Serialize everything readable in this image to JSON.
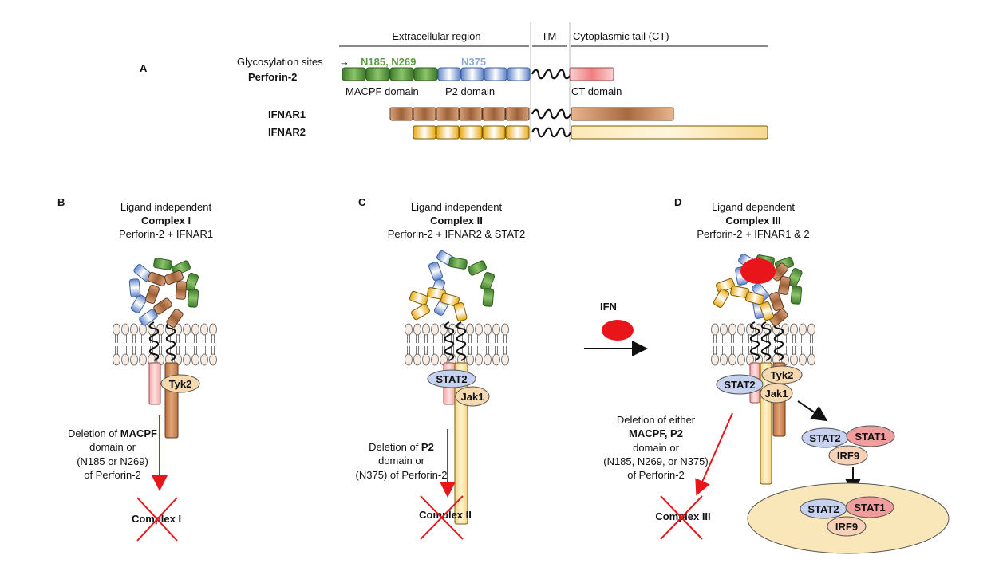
{
  "colors": {
    "green": "#5a9a3f",
    "blue": "#7f9fd4",
    "brown": "#c0855c",
    "yellow": "#f2c230",
    "cream": "#f9e2a6",
    "pink": "#f39a9a",
    "stat2": "#c6d2ef",
    "stat1": "#ef9d9d",
    "irf9": "#f7d1b8",
    "tyk_jak": "#f7d9b0",
    "red": "#e8161a",
    "nucleus": "#f9e6b9"
  },
  "panel_a": {
    "letter": "A",
    "region_extracellular": "Extracellular region",
    "region_tm": "TM",
    "region_ct": "Cytoplasmic tail (CT)",
    "glyco_label": "Glycosylation sites",
    "glyco_arrow": "→",
    "glyco_green": "N185, N269",
    "glyco_blue": "N375",
    "perforin_label": "Perforin-2",
    "macpf_label": "MACPF domain",
    "p2_label": "P2 domain",
    "ct_label": "CT domain",
    "ifnar1_label": "IFNAR1",
    "ifnar2_label": "IFNAR2"
  },
  "panel_b": {
    "letter": "B",
    "line1": "Ligand independent",
    "line2": "Complex I",
    "line3": "Perforin-2 + IFNAR1",
    "tyk2": "Tyk2",
    "del_1a": "Deletion of ",
    "del_1b": "MACPF",
    "del_2": "domain or",
    "del_3": "(N185 or N269)",
    "del_4": "of Perforin-2",
    "crossed": "Complex I"
  },
  "panel_c": {
    "letter": "C",
    "line1": "Ligand independent",
    "line2": "Complex II",
    "line3": "Perforin-2 + IFNAR2 & STAT2",
    "stat2": "STAT2",
    "jak1": "Jak1",
    "del_1a": "Deletion of ",
    "del_1b": "P2",
    "del_2": "domain or",
    "del_3": "(N375) of Perforin-2",
    "crossed": "Complex II"
  },
  "ifn_label": "IFN",
  "panel_d": {
    "letter": "D",
    "line1": "Ligand dependent",
    "line2": "Complex III",
    "line3": "Perforin-2 + IFNAR1 & 2",
    "stat2": "STAT2",
    "tyk2": "Tyk2",
    "jak1": "Jak1",
    "del_1": "Deletion of either",
    "del_2": "MACPF, P2",
    "del_3": "domain or",
    "del_4": "(N185, N269, or N375)",
    "del_5": "of Perforin-2",
    "crossed": "Complex III",
    "cyto_stat2": "STAT2",
    "cyto_stat1": "STAT1",
    "cyto_irf9": "IRF9",
    "nuc_stat2": "STAT2",
    "nuc_stat1": "STAT1",
    "nuc_irf9": "IRF9"
  }
}
